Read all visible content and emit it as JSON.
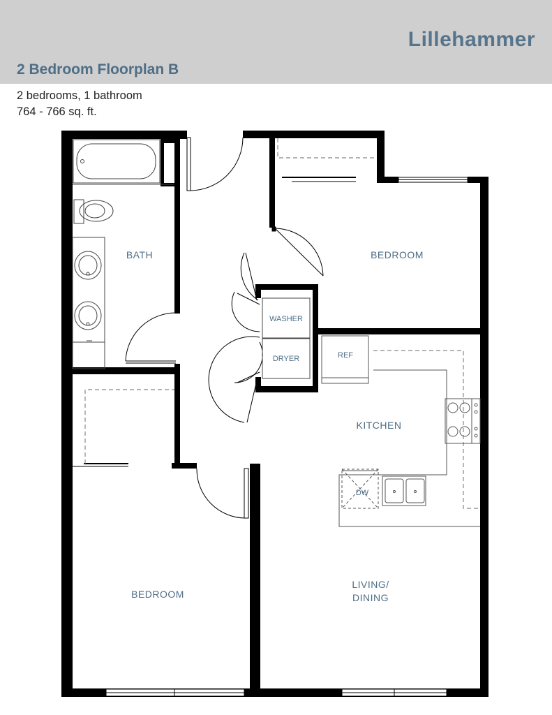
{
  "header": {
    "brand": "Lillehammer",
    "title": "2 Bedroom Floorplan B",
    "details": [
      "2 bedrooms, 1 bathroom",
      "764 - 766 sq. ft."
    ]
  },
  "rooms": {
    "bath": "BATH",
    "bedroom_1": "BEDROOM",
    "bedroom_2": "BEDROOM",
    "kitchen": "KITCHEN",
    "living_line1": "LIVING/",
    "living_line2": "DINING"
  },
  "appliances": {
    "washer": "WASHER",
    "dryer": "DRYER",
    "ref": "REF",
    "dw": "DW"
  },
  "colors": {
    "brand": "#56748b",
    "title": "#4e6e86",
    "header_band": "#cfcfcf",
    "walls": "#000000"
  }
}
